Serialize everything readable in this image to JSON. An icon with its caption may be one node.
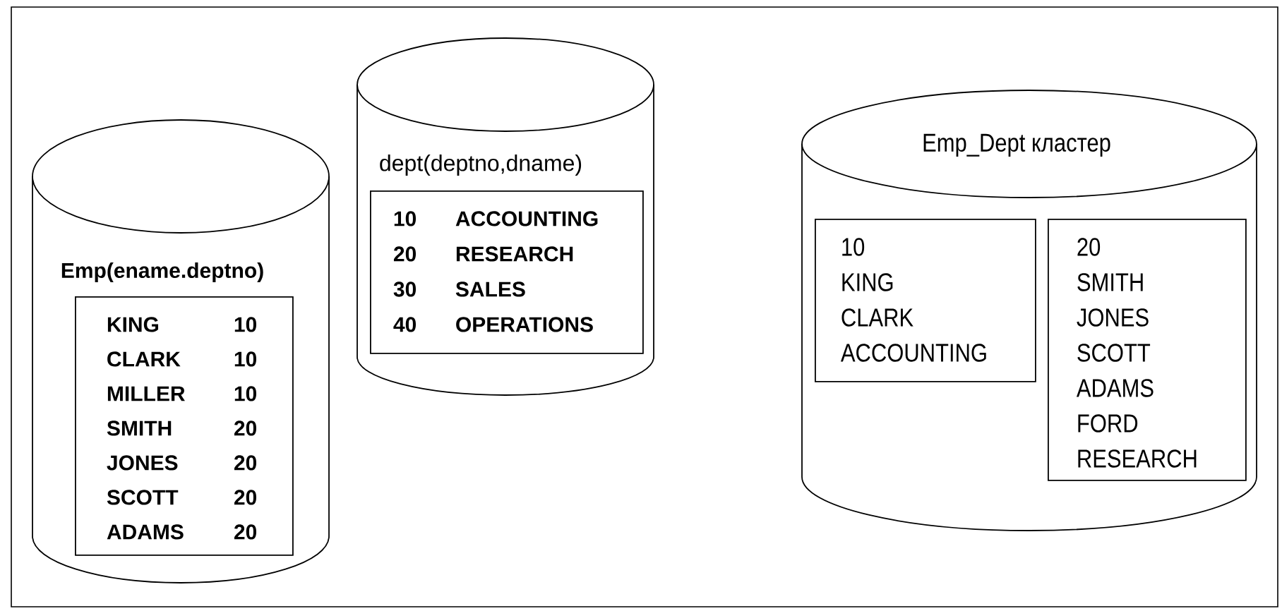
{
  "diagram": {
    "nodes": [
      {
        "text": [
          "Emp(ename.deptno)"
        ]
      },
      {
        "text": [
          "KING",
          "10",
          "CLARK",
          "10",
          "MILLER",
          "10",
          "SMITH",
          "20",
          "JONES",
          "20",
          "SCOTT",
          "20",
          "ADAMS",
          "20"
        ],
        "in": 0
      },
      {
        "text": [
          "dept(deptno,dname)"
        ]
      },
      {
        "text": [
          "10",
          "ACCOUNTING",
          "20",
          "RESEARCH",
          "30",
          "SALES",
          "40",
          "OPERATIONS"
        ],
        "in": 2
      },
      {
        "text": [
          "Emp_Dept кластер"
        ]
      },
      {
        "text": [
          "10",
          "KING",
          "CLARK",
          "ACCOUNTING"
        ],
        "in": 4
      },
      {
        "text": [
          "20",
          "SMITH",
          "JONES",
          "SCOTT",
          "ADAMS",
          "FORD",
          "RESEARCH"
        ],
        "in": 4
      }
    ],
    "edges": []
  }
}
